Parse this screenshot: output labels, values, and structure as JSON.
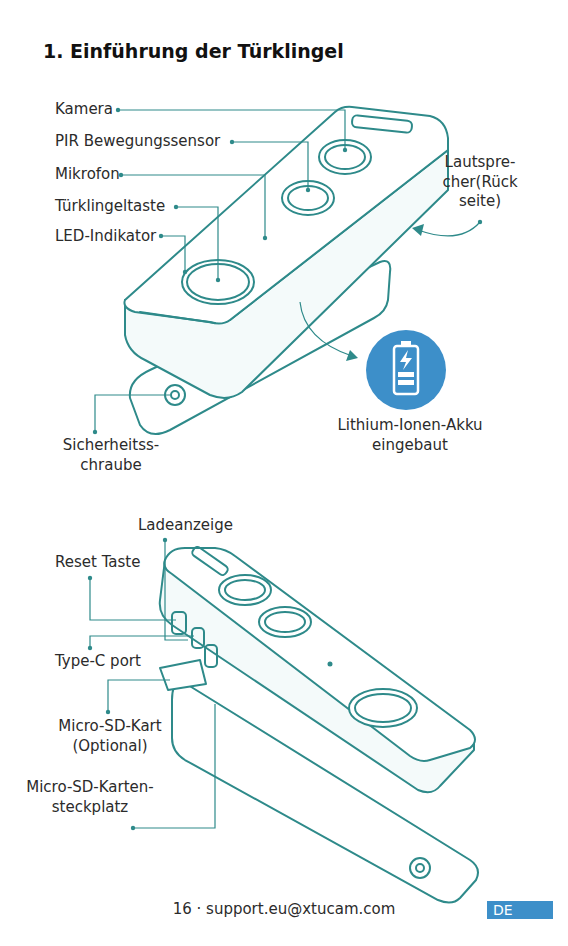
{
  "diagram": {
    "title": "1. Einführung der Türklingel",
    "labels": [
      "Kamera",
      "PIR Bewegungssensor",
      "Mikrofon",
      "Türklingeltaste",
      "LED-Indikator",
      "Lautspre- cher(Rück seite)",
      "Lithium-Ionen-Akku eingebaut",
      "Sicherheitss- chraube",
      "Ladeanzeige",
      "Reset Taste",
      "Type-C port",
      "Micro-SD-Kart (Optional)",
      "Micro-SD-Karten- steckplatz",
      "16 · support.eu@xtucam.com",
      "DE"
    ]
  }
}
